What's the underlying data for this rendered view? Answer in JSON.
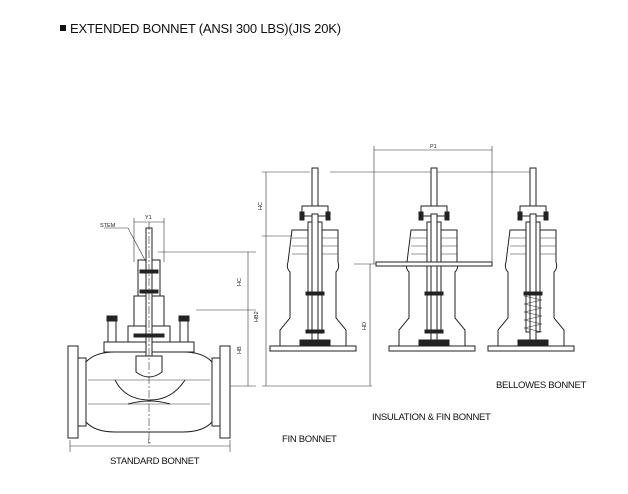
{
  "title": "EXTENDED BONNET (ANSI 300 LBS)(JIS 20K)",
  "captions": {
    "standard": "STANDARD BONNET",
    "fin": "FIN BONNET",
    "insulation_fin": "INSULATION & FIN BONNET",
    "bellowes": "BELLOWES BONNET"
  },
  "labels": {
    "stem": "STEM",
    "y1": "Y1",
    "hc_std": "HC",
    "hb2": "HB2",
    "hb": "HB",
    "l": "L",
    "hc_fin": "HC",
    "hd": "HD",
    "p1": "P1"
  }
}
